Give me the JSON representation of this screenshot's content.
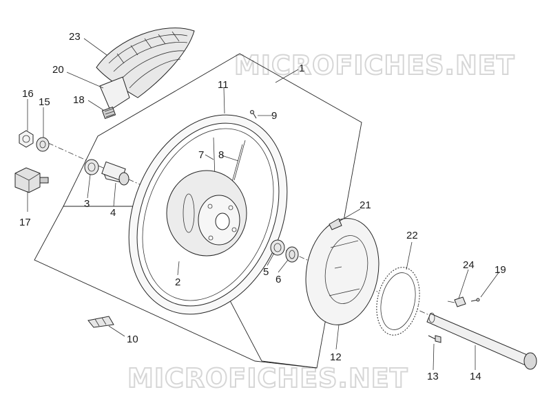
{
  "watermark": {
    "text": "MICROFICHES.NET"
  },
  "callouts": [
    {
      "id": "1",
      "label": "1"
    },
    {
      "id": "2",
      "label": "2"
    },
    {
      "id": "3",
      "label": "3"
    },
    {
      "id": "4",
      "label": "4"
    },
    {
      "id": "5",
      "label": "5"
    },
    {
      "id": "6",
      "label": "6"
    },
    {
      "id": "7",
      "label": "7"
    },
    {
      "id": "8",
      "label": "8"
    },
    {
      "id": "9",
      "label": "9"
    },
    {
      "id": "10",
      "label": "10"
    },
    {
      "id": "11",
      "label": "11"
    },
    {
      "id": "12",
      "label": "12"
    },
    {
      "id": "13",
      "label": "13"
    },
    {
      "id": "14",
      "label": "14"
    },
    {
      "id": "15",
      "label": "15"
    },
    {
      "id": "16",
      "label": "16"
    },
    {
      "id": "17",
      "label": "17"
    },
    {
      "id": "18",
      "label": "18"
    },
    {
      "id": "19",
      "label": "19"
    },
    {
      "id": "20",
      "label": "20"
    },
    {
      "id": "21",
      "label": "21"
    },
    {
      "id": "22",
      "label": "22"
    },
    {
      "id": "23",
      "label": "23"
    },
    {
      "id": "24",
      "label": "24"
    }
  ]
}
